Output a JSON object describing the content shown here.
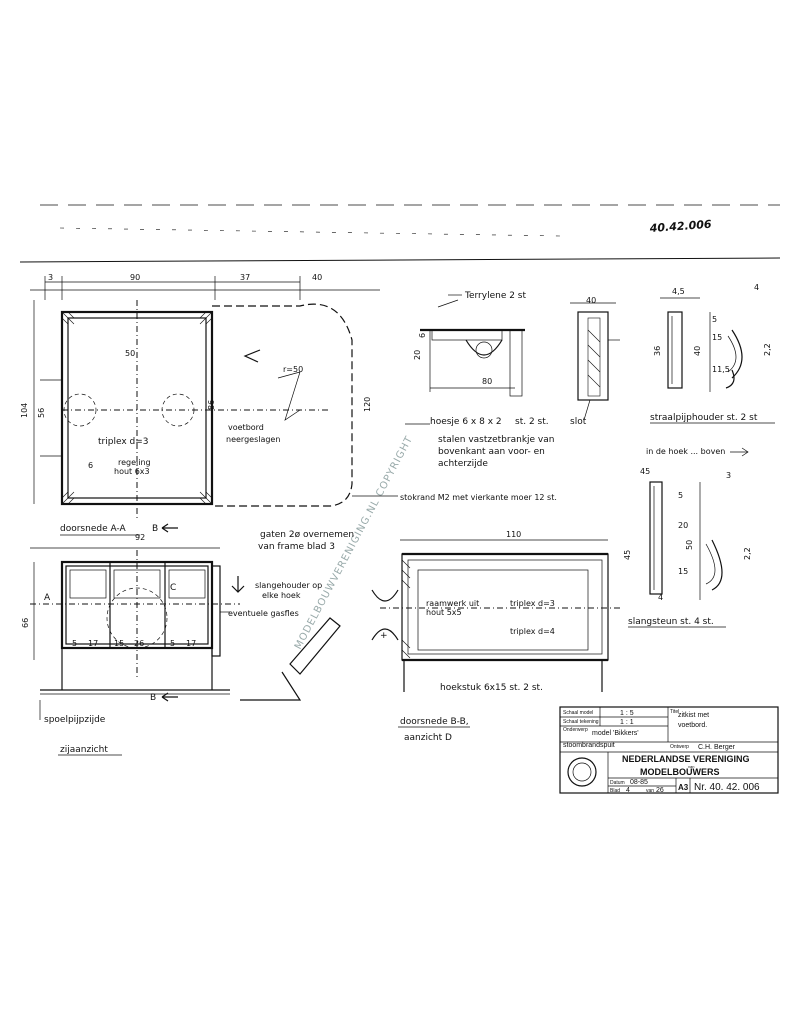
{
  "drawing_ref": "40.42.006",
  "watermark": "MODELBOUWVERENIGING.NL COPYRIGHT",
  "dimensions": {
    "top_3": "3",
    "top_90": "90",
    "top_37": "37",
    "top_40": "40",
    "left_104": "104",
    "left_56": "56",
    "d50": "50",
    "d86": "86",
    "d120": "120",
    "r50": "r=50",
    "d6": "6",
    "d92": "92",
    "d66": "66",
    "d5a": "5",
    "d17a": "17",
    "d15": "15",
    "d26": "26",
    "d5b": "5",
    "d17b": "17",
    "d40": "40",
    "d80": "80",
    "d20": "20",
    "d6b": "6",
    "d110": "110",
    "d4_5": "4,5",
    "d36": "36",
    "d40b": "40",
    "d15b": "15",
    "d5c": "5",
    "d11_5": "11,5",
    "d4": "4",
    "d22": "2,2",
    "d45": "45",
    "d50b": "50",
    "d20b": "20",
    "d5d": "5",
    "d15c": "15",
    "d22b": "2,2",
    "d3": "3",
    "d45b": "45",
    "d4b": "4"
  },
  "labels": {
    "triplex_d3": "triplex d=3",
    "voetbord": "voetbord",
    "voetbord_sub": "neergeslagen",
    "regeling": "regeling",
    "regeling_sub": "hout 6x3",
    "doorsnede_aa": "doorsnede A-A",
    "label_b1": "B",
    "label_a": "A",
    "label_c": "C",
    "gaten": "gaten 2ø overnemen",
    "gaten_sub": "van frame blad 3",
    "slangehouder": "slangehouder op",
    "slangehouder_sub": "elke hoek",
    "eventuele": "eventuele gasfles",
    "label_b2": "B",
    "spoelpijpzijde": "spoelpijpzijde",
    "zijaanzicht": "zijaanzicht",
    "terrylene": "Terrylene 2 st",
    "hoesje": "hoesje 6 x 8 x 2",
    "hoesje_st": "st. 2 st.",
    "stalen": "stalen vastzetbrankje van",
    "stalen_2": "bovenkant aan voor- en",
    "stalen_3": "achterzijde",
    "slot": "slot",
    "stokrand": "stokrand M2 met vierkante moer 12 st.",
    "straalpijp": "straalpijphouder st. 2 st",
    "in_fc": "in de hoek ... boven",
    "doorsnede_bb": "doorsnede B-B,",
    "aanzicht_d": "aanzicht D",
    "raamwerk": "raamwerk uit",
    "raamwerk_sub": "hout 5x5",
    "triplex_d3b": "triplex d=3",
    "triplex_d4": "triplex d=4",
    "hoekstuk": "hoekstuk 6x15 st. 2 st.",
    "slangsteun": "slangsteun st. 4 st."
  },
  "title_block": {
    "schaal_label": "Schaal model",
    "schaal": "1 : 5",
    "schaal_tek_label": "Schaal tekening",
    "schaal_tek": "1 : 1",
    "onderwerp_label": "Onderwerp",
    "onderwerp": "model 'Bikkers'",
    "onderwerp_2": "stoombrandspuit",
    "titel_label": "Titel",
    "titel": "zitkist met",
    "titel_2": "voetbord.",
    "ontwerp_label": "Ontwerp",
    "ontwerp": "C.H. Berger",
    "org": "NEDERLANDSE VERENIGING",
    "org_van": "van",
    "org_2": "MODELBOUWERS",
    "datum_label": "Datum",
    "datum": "08-85",
    "blad_label": "Blad",
    "blad": "4",
    "van_label": "van",
    "van": "26",
    "format": "A3",
    "nr": "Nr. 40. 42. 006"
  }
}
